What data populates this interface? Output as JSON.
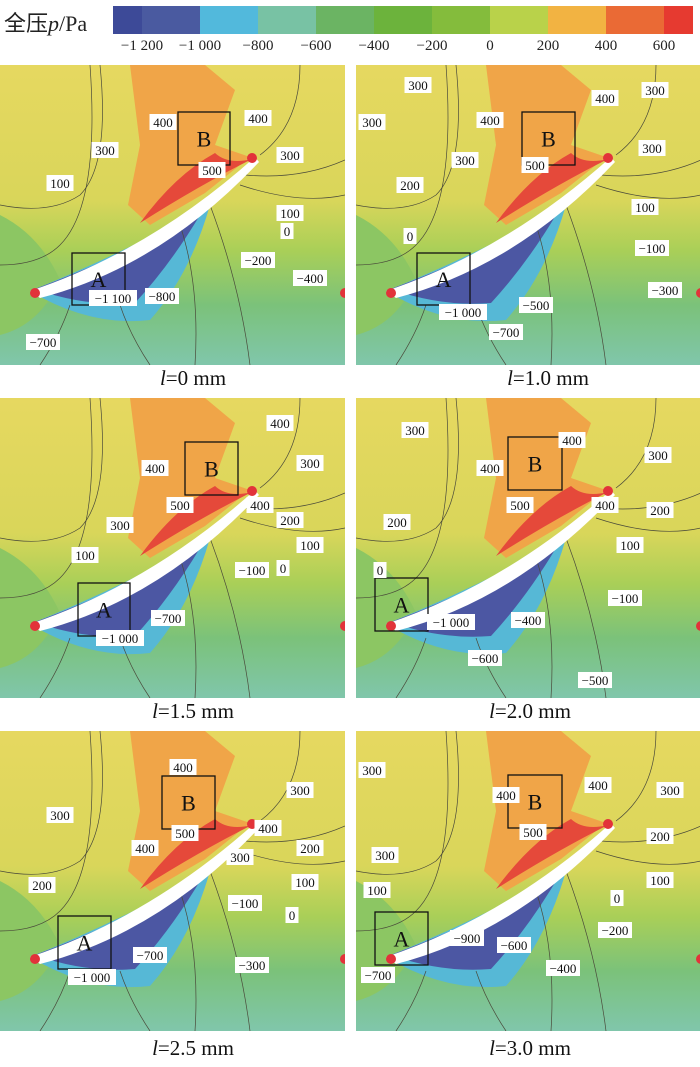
{
  "legend": {
    "title_prefix": "全压",
    "title_var": "p",
    "title_unit": "/Pa",
    "colors": [
      "#3d4a98",
      "#4a5aa0",
      "#52b9dc",
      "#78c2a4",
      "#6bb463",
      "#6cb33c",
      "#84bc3c",
      "#b9d24a",
      "#f2b342",
      "#ea6a35",
      "#e63a30"
    ],
    "ticks": [
      "−1 200",
      "−1 000",
      "−800",
      "−600",
      "−400",
      "−200",
      "0",
      "200",
      "400",
      "600"
    ]
  },
  "panels": [
    {
      "caption_var": "l",
      "caption_value": "=0 mm",
      "box_a": "A",
      "box_b": "B",
      "labels": [
        "300",
        "400",
        "500",
        "400",
        "300",
        "100",
        "100",
        "0",
        "−200",
        "−400",
        "−1 100",
        "−800",
        "−700"
      ]
    },
    {
      "caption_var": "l",
      "caption_value": "=1.0 mm",
      "box_a": "A",
      "box_b": "B",
      "labels": [
        "300",
        "300",
        "400",
        "500",
        "400",
        "300",
        "300",
        "300",
        "200",
        "100",
        "0",
        "−100",
        "−300",
        "−1 000",
        "−700",
        "−500"
      ]
    },
    {
      "caption_var": "l",
      "caption_value": "=1.5 mm",
      "box_a": "A",
      "box_b": "B",
      "labels": [
        "400",
        "300",
        "100",
        "500",
        "400",
        "300",
        "400",
        "200",
        "100",
        "0",
        "−100",
        "−1 000",
        "−700"
      ]
    },
    {
      "caption_var": "l",
      "caption_value": "=2.0 mm",
      "box_a": "A",
      "box_b": "B",
      "labels": [
        "300",
        "400",
        "400",
        "500",
        "300",
        "400",
        "200",
        "200",
        "100",
        "0",
        "−100",
        "−1 000",
        "−400",
        "−600",
        "−500"
      ]
    },
    {
      "caption_var": "l",
      "caption_value": "=2.5 mm",
      "box_a": "A",
      "box_b": "B",
      "labels": [
        "400",
        "300",
        "400",
        "500",
        "400",
        "300",
        "200",
        "300",
        "200",
        "100",
        "−100",
        "0",
        "−1 000",
        "−700",
        "−300"
      ]
    },
    {
      "caption_var": "l",
      "caption_value": "=3.0 mm",
      "box_a": "A",
      "box_b": "B",
      "labels": [
        "300",
        "400",
        "400",
        "300",
        "500",
        "200",
        "300",
        "100",
        "100",
        "0",
        "−200",
        "−400",
        "−600",
        "−900",
        "−700"
      ]
    }
  ]
}
